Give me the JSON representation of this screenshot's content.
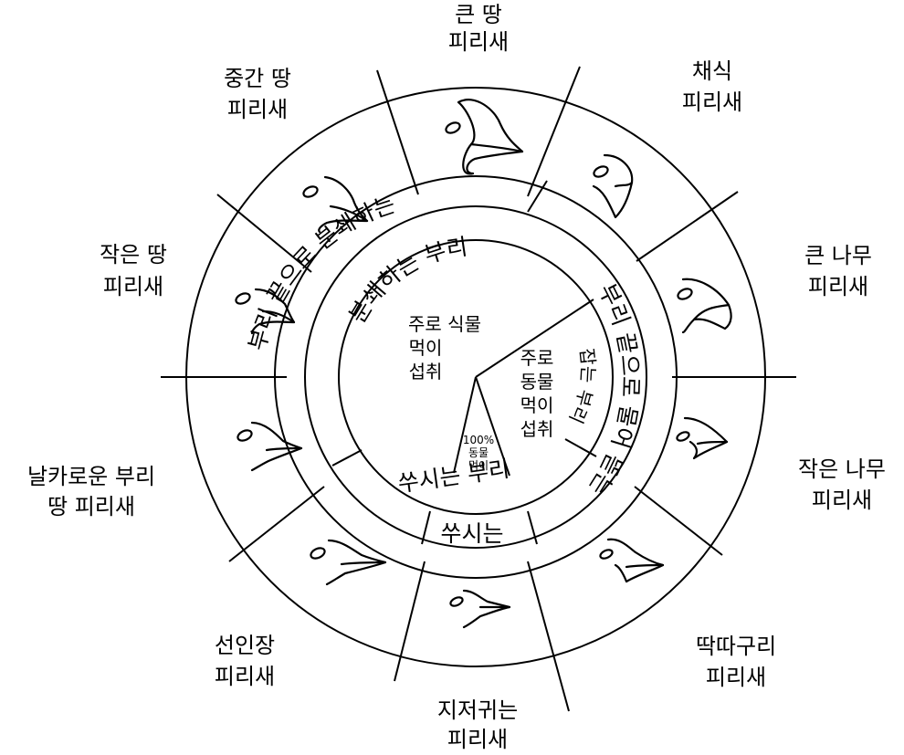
{
  "outer_labels": [
    {
      "lines": [
        "큰 땅",
        "피리새"
      ],
      "beak": "beak-large-ground"
    },
    {
      "lines": [
        "채식",
        "피리새"
      ],
      "beak": "beak-vegetarian"
    },
    {
      "lines": [
        "큰 나무",
        "피리새"
      ],
      "beak": "beak-large-tree"
    },
    {
      "lines": [
        "작은 나무",
        "피리새"
      ],
      "beak": "beak-small-tree"
    },
    {
      "lines": [
        "딱따구리",
        "피리새"
      ],
      "beak": "beak-woodpecker"
    },
    {
      "lines": [
        "지저귀는",
        "피리새"
      ],
      "beak": "beak-warbler"
    },
    {
      "lines": [
        "선인장",
        "피리새"
      ],
      "beak": "beak-cactus"
    },
    {
      "lines": [
        "날카로운 부리",
        "땅 피리새"
      ],
      "beak": "beak-sharp-beaked"
    },
    {
      "lines": [
        "작은 땅",
        "피리새"
      ],
      "beak": "beak-small-ground"
    },
    {
      "lines": [
        "중간 땅",
        "피리새"
      ],
      "beak": "beak-medium-ground"
    }
  ],
  "middle_ring": {
    "crushing": "부리 끝으로 분쇄하는",
    "gripping": "부리 끝으로 물어 뜯는",
    "probing": "쑤시는"
  },
  "inner_ring": {
    "crushing": "분쇄하는 부리",
    "grasping": "잡는 부리",
    "probing": "쑤시는 부리"
  },
  "core": {
    "plant": [
      "주로 식물",
      "먹이",
      "섭취"
    ],
    "animal": [
      "주로",
      "동물",
      "먹이",
      "섭취"
    ],
    "full_animal": [
      "100%",
      "동물",
      "먹이"
    ]
  }
}
